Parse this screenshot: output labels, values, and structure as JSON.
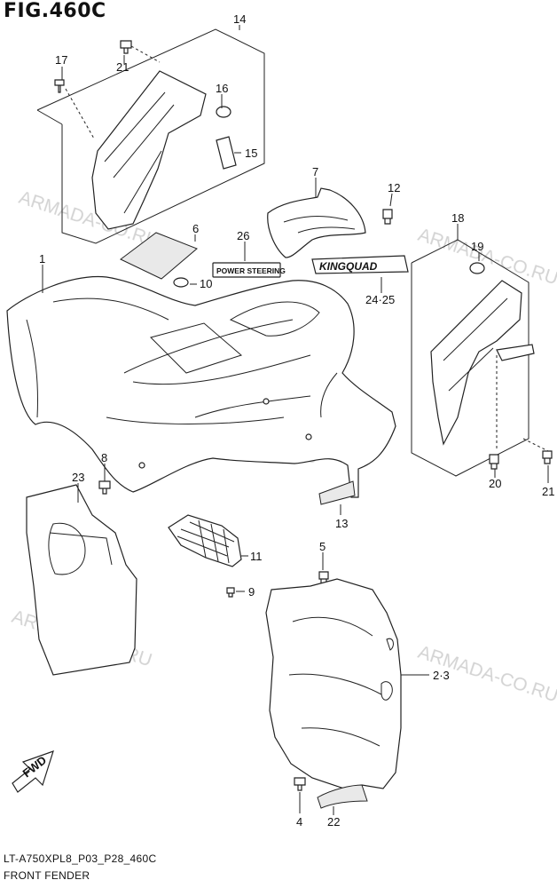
{
  "figure": {
    "title": "FIG.460C",
    "ref_code": "LT-A750XPL8_P03_P28_460C",
    "part_name": "FRONT FENDER"
  },
  "watermark": "ARMADA-CO.RU",
  "decals": {
    "power_steering": "POWER STEERING",
    "kingquad": "KINGQUAD"
  },
  "callouts": {
    "c14": "14",
    "c17": "17",
    "c21a": "21",
    "c16": "16",
    "c15": "15",
    "c7": "7",
    "c12": "12",
    "c6": "6",
    "c26": "26",
    "c18": "18",
    "c19": "19",
    "c1": "1",
    "c10": "10",
    "c24_25": "24·25",
    "c8": "8",
    "c23": "23",
    "c20": "20",
    "c21b": "21",
    "c13": "13",
    "c5": "5",
    "c11": "11",
    "c9": "9",
    "c2_3": "2·3",
    "c4": "4",
    "c22": "22"
  },
  "fwd_label": "FWD"
}
